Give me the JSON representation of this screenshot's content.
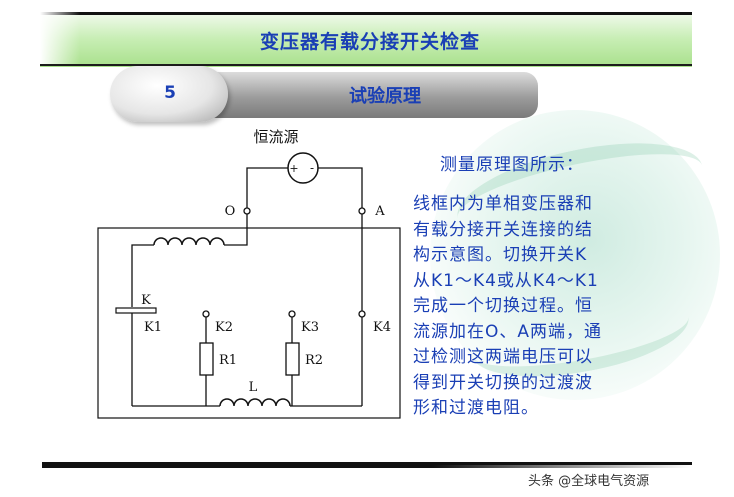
{
  "header": {
    "title": "变压器有载分接开关检查"
  },
  "section": {
    "number": "5",
    "title": "试验原理"
  },
  "diagram": {
    "source_label": "恒流源",
    "plus": "+",
    "minus": "-",
    "node_o": "O",
    "node_a": "A",
    "switch_k": "K",
    "k1": "K1",
    "k2": "K2",
    "k3": "K3",
    "k4": "K4",
    "r1": "R1",
    "r2": "R2",
    "l": "L"
  },
  "caption": {
    "heading": "测量原理图所示：",
    "line1": "线框内为单相变压器和",
    "line2": "有载分接开关连接的结",
    "line3": "构示意图。切换开关K",
    "line4": "从K1～K4或从K4～K1",
    "line5": "完成一个切换过程。恒",
    "line6": "流源加在O、A两端，通",
    "line7": "过检测这两端电压可以",
    "line8": "得到开关切换的过渡波",
    "line9": "形和过渡电阻。"
  },
  "footer": {
    "credit": "头条 @全球电气资源"
  }
}
